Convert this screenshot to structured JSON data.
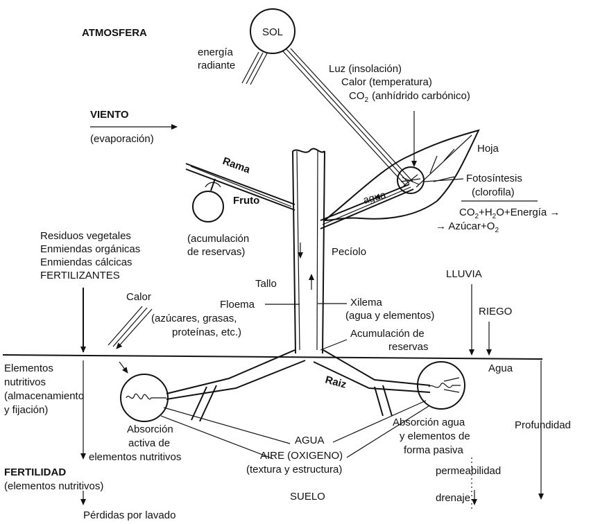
{
  "labels": {
    "atmosfera": "ATMOSFERA",
    "sol": "SOL",
    "energia_radiante_1": "energía",
    "energia_radiante_2": "radiante",
    "luz": "Luz (insolación)",
    "calor_temp": "Calor (temperatura)",
    "co2_text": "(anhídrido carbónico)",
    "viento": "VIENTO",
    "evaporacion": "(evaporación)",
    "hoja": "Hoja",
    "rama": "Rama",
    "fotosintesis": "Fotosíntesis",
    "clorofila": "(clorofila)",
    "agua_hoja": "agua",
    "reaccion_1_a": "CO",
    "reaccion_1_b": "+H",
    "reaccion_1_c": "O+Energía →",
    "reaccion_2_a": "→ Azúcar+O",
    "fruto": "Fruto",
    "acumulacion_1": "(acumulación",
    "acumulacion_2": "de reservas)",
    "peciolo": "Pecíolo",
    "residuos_1": "Residuos vegetales",
    "residuos_2": "Enmiendas orgánicas",
    "residuos_3": "Enmiendas cálcicas",
    "residuos_4": "FERTILIZANTES",
    "tallo": "Tallo",
    "lluvia": "LLUVIA",
    "calor": "Calor",
    "floema": "Floema",
    "floema_2": "(azúcares, grasas,",
    "floema_3": "proteínas, etc.)",
    "xilema": "Xilema",
    "xilema_2": "(agua y elementos)",
    "riego": "RIEGO",
    "acum_reservas_1": "Acumulación de",
    "acum_reservas_2": "reservas",
    "elementos_1": "Elementos",
    "elementos_2": "nutritivos",
    "elementos_3": "(almacenamiento",
    "elementos_4": "y fijación)",
    "agua_suelo": "Agua",
    "raiz": "Raiz",
    "absorcion_activa_1": "Absorción",
    "absorcion_activa_2": "activa de",
    "absorcion_activa_3": "elementos nutritivos",
    "agua_caps": "AGUA",
    "aire": "AIRE (OXIGENO)",
    "textura": "(textura y estructura)",
    "absorcion_pasiva_1": "Absorción agua",
    "absorcion_pasiva_2": "y elementos de",
    "absorcion_pasiva_3": "forma pasiva",
    "profundidad": "Profundidad",
    "fertilidad": "FERTILIDAD",
    "fertilidad_2": "(elementos nutritivos)",
    "permeabilidad": "permeabilidad",
    "suelo": "SUELO",
    "drenaje": "drenaje",
    "perdidas": "Pérdidas por lavado",
    "sub_2": "2",
    "sub_2b": "2",
    "sub_2c": "2"
  }
}
